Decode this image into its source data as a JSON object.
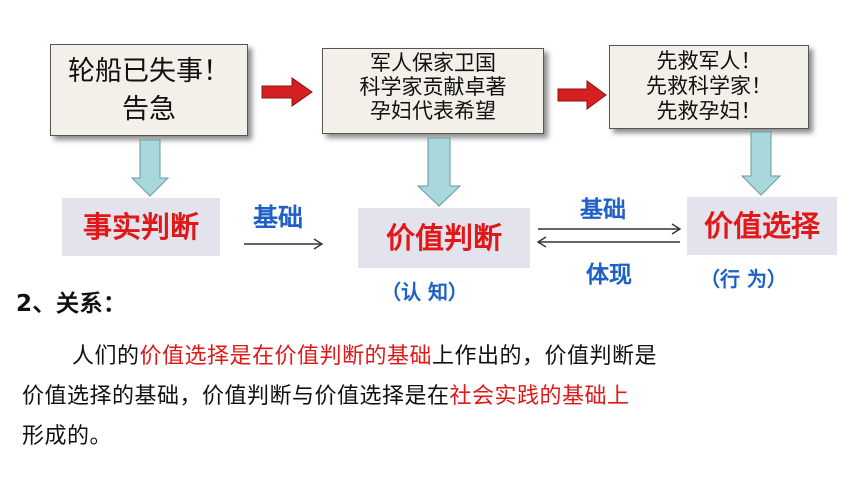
{
  "scenarios": [
    {
      "lines": [
        "轮船已失事！",
        "告急"
      ]
    },
    {
      "lines": [
        "军人保家卫国",
        "科学家贡献卓著",
        "孕妇代表希望"
      ]
    },
    {
      "lines": [
        "先救军人！",
        "先救科学家！",
        "先救孕妇！"
      ]
    }
  ],
  "concepts": {
    "fact_judgment": "事实判断",
    "value_judgment": "价值判断",
    "value_choice": "价值选择"
  },
  "annotations": {
    "cognition": "（认 知）",
    "behavior": "（行 为）"
  },
  "relations": {
    "fact_to_value_judgment": "基础",
    "judgment_to_choice": "基础",
    "choice_to_judgment": "体现"
  },
  "section_heading": "2、关系：",
  "paragraph": {
    "l1_a": "人们的",
    "l1_b": "价值选择是在价值判断的基础",
    "l1_c": "上作出的，价值判断是",
    "l2_a": "价值选择的基础，价值判断与价值选择是在",
    "l2_b": "社会实践的基础上",
    "l3": "形成的。"
  },
  "colors": {
    "highlight": "#e01818",
    "accent_blue": "#1e60c8",
    "down_arrow": "#a8d8dc",
    "right_arrow": "#d42020"
  }
}
